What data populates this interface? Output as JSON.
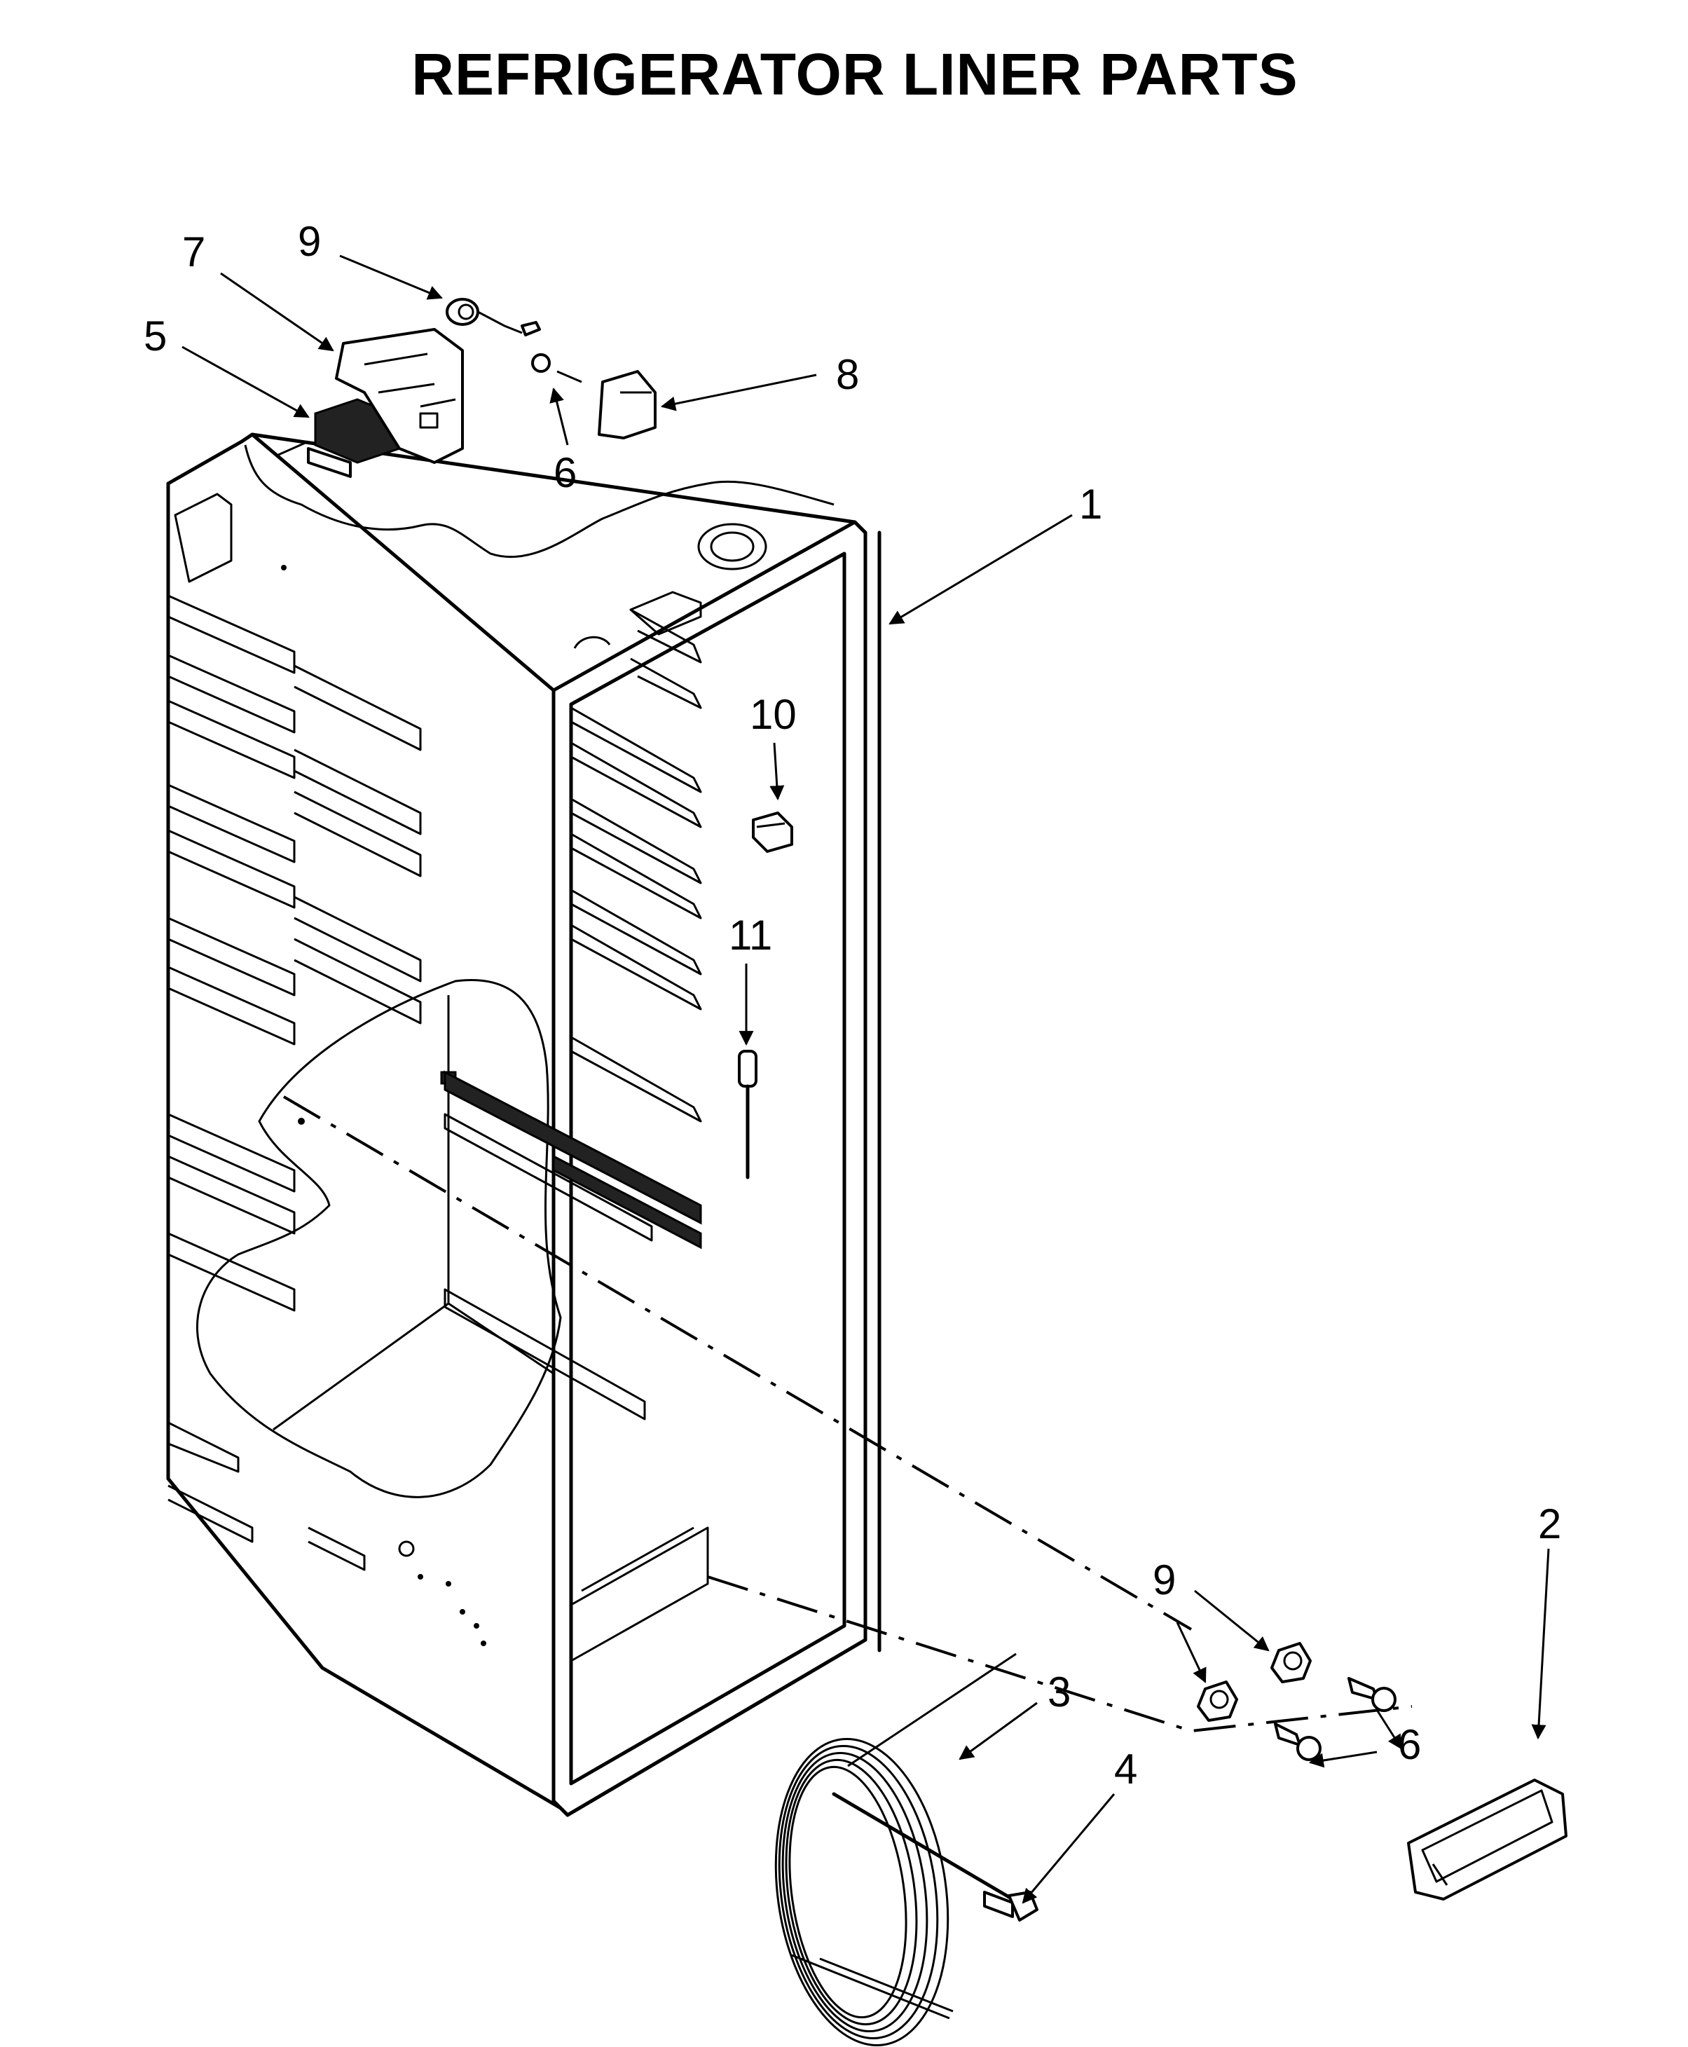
{
  "title": "REFRIGERATOR LINER PARTS",
  "callouts": [
    {
      "id": "c1",
      "label": "1"
    },
    {
      "id": "c2",
      "label": "2"
    },
    {
      "id": "c3",
      "label": "3"
    },
    {
      "id": "c4",
      "label": "4"
    },
    {
      "id": "c5",
      "label": "5"
    },
    {
      "id": "c6a",
      "label": "6"
    },
    {
      "id": "c6b",
      "label": "6"
    },
    {
      "id": "c7",
      "label": "7"
    },
    {
      "id": "c8",
      "label": "8"
    },
    {
      "id": "c9a",
      "label": "9"
    },
    {
      "id": "c9b",
      "label": "9"
    },
    {
      "id": "c10",
      "label": "10"
    },
    {
      "id": "c11",
      "label": "11"
    }
  ]
}
